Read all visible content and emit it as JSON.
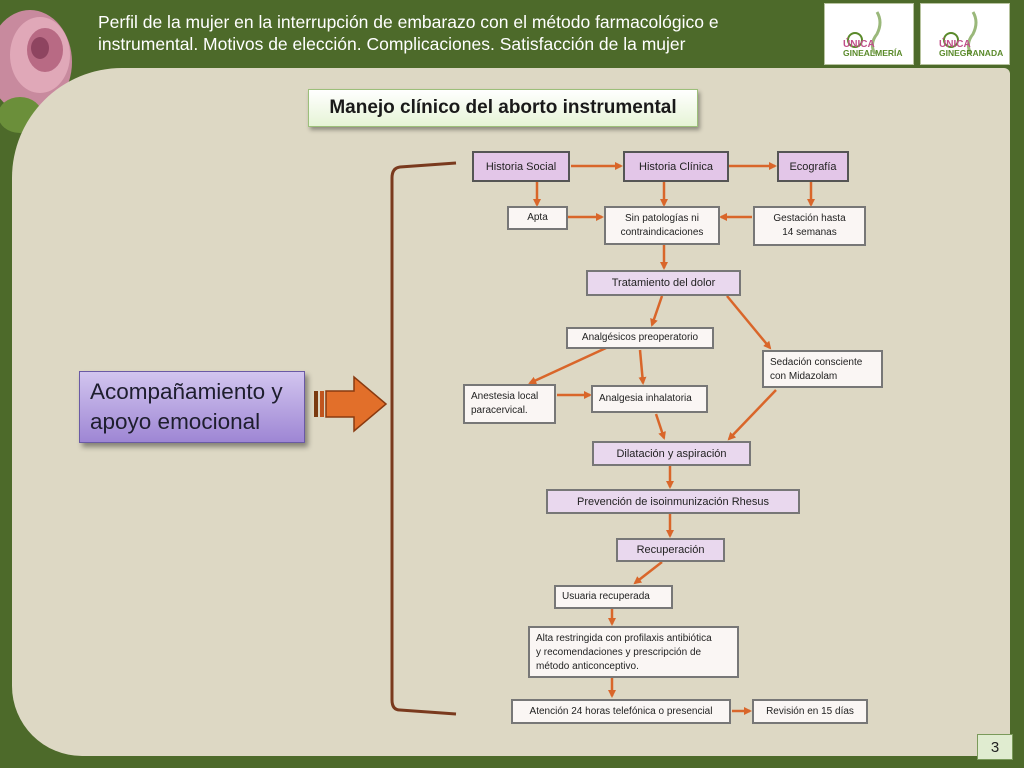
{
  "header": {
    "title_line1": "Perfil de la mujer en la interrupción de embarazo con el método farmacológico e",
    "title_line2": "instrumental. Motivos de elección. Complicaciones. Satisfacción de la mujer"
  },
  "logos": [
    {
      "name": "ÚNICA",
      "sub": "GINEALMERÍA"
    },
    {
      "name": "ÚNICA",
      "sub": "GINEGRANADA"
    }
  ],
  "section_title": "Manejo clínico del aborto instrumental",
  "side_box": {
    "line1": "Acompañamiento y",
    "line2": "apoyo emocional"
  },
  "nodes": {
    "historia_social": "Historia Social",
    "historia_clinica": "Historia Clínica",
    "ecografia": "Ecografía",
    "apta": "Apta",
    "sin_patologias_1": "Sin patologías ni",
    "sin_patologias_2": "contraindicaciones",
    "gestacion_1": "Gestación hasta",
    "gestacion_2": "14 semanas",
    "tratamiento_dolor": "Tratamiento del dolor",
    "analgesicos": "Analgésicos preoperatorio",
    "sedacion_1": "Sedación consciente",
    "sedacion_2": "con Midazolam",
    "anestesia_1": "Anestesia local",
    "anestesia_2": "paracervical.",
    "analgesia_inhalatoria": "Analgesia inhalatoria",
    "dilatacion": "Dilatación y aspiración",
    "prevencion": "Prevención de isoinmunización Rhesus",
    "recuperacion": "Recuperación",
    "usuaria": "Usuaria recuperada",
    "alta_1": "Alta restringida con profilaxis antibiótica",
    "alta_2": "y recomendaciones y prescripción de",
    "alta_3": "método anticonceptivo.",
    "atencion": "Atención 24 horas telefónica o presencial",
    "revision": "Revisión en 15 días"
  },
  "page_number": "3",
  "colors": {
    "background": "#4d6a2a",
    "panel": "#ddd8c4",
    "arrow": "#d9662a",
    "node_purple": "#e3c6e8",
    "side_box": "#9e86d4"
  }
}
